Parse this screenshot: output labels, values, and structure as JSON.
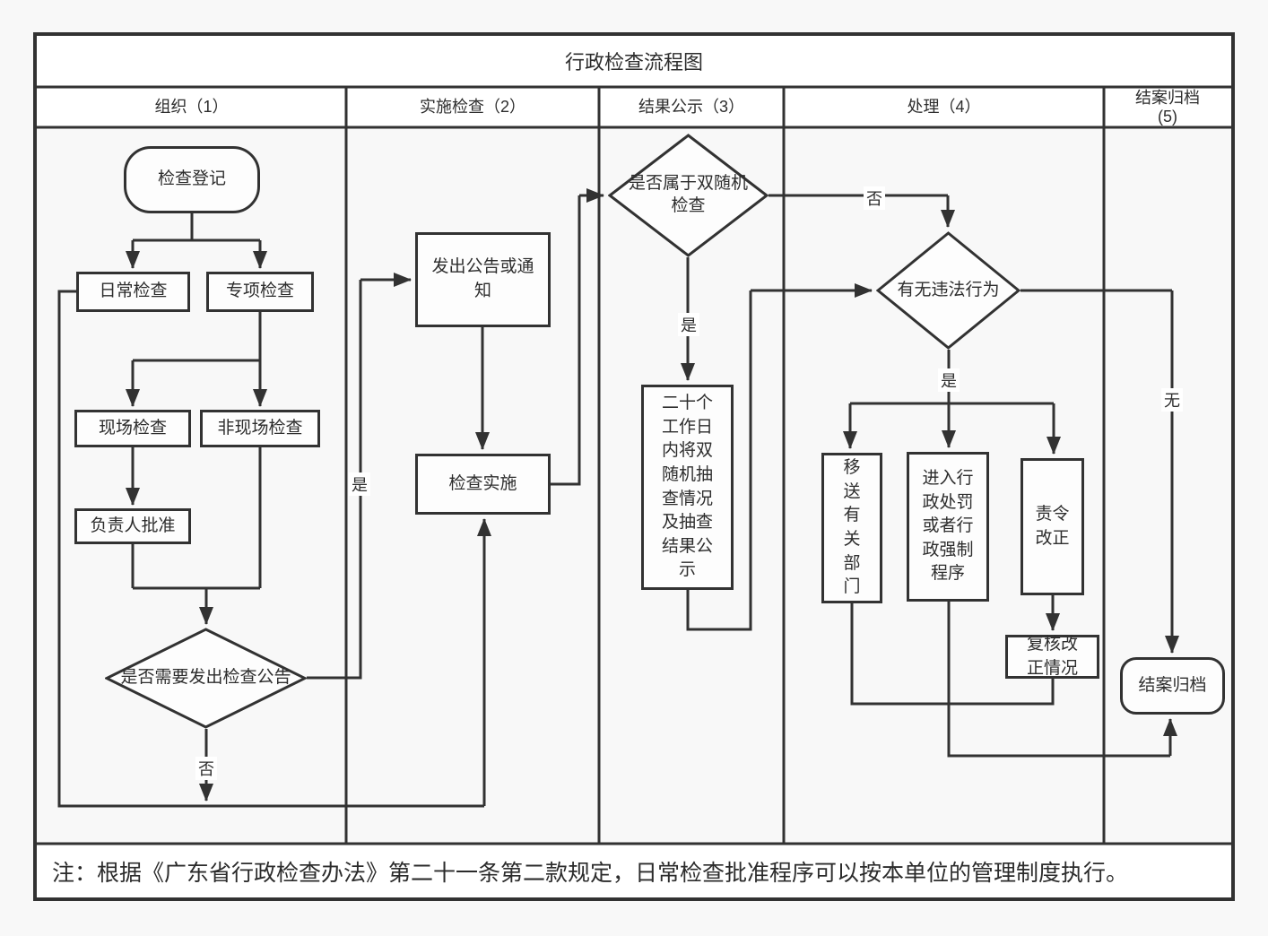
{
  "title": "行政检查流程图",
  "lanes": [
    {
      "label": "组织（1）"
    },
    {
      "label": "实施检查（2）"
    },
    {
      "label": "结果公示（3）"
    },
    {
      "label": "处理（4）"
    },
    {
      "label": "结案归档\n(5)"
    }
  ],
  "nodes": {
    "start": "检查登记",
    "daily": "日常检查",
    "special": "专项检查",
    "onsite": "现场检查",
    "offsite": "非现场检查",
    "approve": "负责人批准",
    "need_notice": "是否需要发出检查公告",
    "issue_notice": "发出公告或通\n知",
    "implement": "检查实施",
    "double_random": "是否属于双随机\n检查",
    "publicize": "二十个\n工作日\n内将双\n随机抽\n查情况\n及抽查\n结果公\n示",
    "violation": "有无违法行为",
    "transfer": "移\n送\n有\n关\n部\n门",
    "punish": "进入行\n政处罚\n或者行\n政强制\n程序",
    "order_correct": "责令\n改正",
    "review_correct": "复核改\n正情况",
    "archive": "结案归档"
  },
  "edge_labels": {
    "need_notice_yes": "是",
    "need_notice_no": "否",
    "double_random_yes": "是",
    "double_random_no": "否",
    "violation_yes": "是",
    "violation_no": "无"
  },
  "edges": [
    {
      "from": "检查登记",
      "to": "日常检查",
      "label": ""
    },
    {
      "from": "检查登记",
      "to": "专项检查",
      "label": ""
    },
    {
      "from": "专项检查",
      "to": "现场检查",
      "label": ""
    },
    {
      "from": "专项检查",
      "to": "非现场检查",
      "label": ""
    },
    {
      "from": "现场检查",
      "to": "负责人批准",
      "label": ""
    },
    {
      "from": "负责人批准",
      "to": "是否需要发出检查公告",
      "label": ""
    },
    {
      "from": "非现场检查",
      "to": "是否需要发出检查公告",
      "label": ""
    },
    {
      "from": "是否需要发出检查公告",
      "to": "发出公告或通知",
      "label": "是"
    },
    {
      "from": "是否需要发出检查公告",
      "to": "检查实施",
      "label": "否"
    },
    {
      "from": "日常检查",
      "to": "检查实施",
      "label": ""
    },
    {
      "from": "发出公告或通知",
      "to": "检查实施",
      "label": ""
    },
    {
      "from": "检查实施",
      "to": "是否属于双随机检查",
      "label": ""
    },
    {
      "from": "是否属于双随机检查",
      "to": "二十个工作日内将双随机抽查情况及抽查结果公示",
      "label": "是"
    },
    {
      "from": "是否属于双随机检查",
      "to": "有无违法行为",
      "label": "否"
    },
    {
      "from": "二十个工作日内将双随机抽查情况及抽查结果公示",
      "to": "有无违法行为",
      "label": ""
    },
    {
      "from": "有无违法行为",
      "to": "移送有关部门",
      "label": "是"
    },
    {
      "from": "有无违法行为",
      "to": "进入行政处罚或者行政强制程序",
      "label": "是"
    },
    {
      "from": "有无违法行为",
      "to": "责令改正",
      "label": "是"
    },
    {
      "from": "有无违法行为",
      "to": "结案归档",
      "label": "无"
    },
    {
      "from": "责令改正",
      "to": "复核改正情况",
      "label": ""
    },
    {
      "from": "移送有关部门",
      "to": "结案归档",
      "label": ""
    },
    {
      "from": "复核改正情况",
      "to": "结案归档",
      "label": ""
    },
    {
      "from": "进入行政处罚或者行政强制程序",
      "to": "结案归档",
      "label": ""
    }
  ],
  "note": "注：根据《广东省行政检查办法》第二十一条第二款规定，日常检查批准程序可以按本单位的管理制度执行。",
  "colors": {
    "line": "#323232",
    "background": "#f8f8f8",
    "shape_fill": "#fdfdfd",
    "text": "#2d2d2d"
  }
}
